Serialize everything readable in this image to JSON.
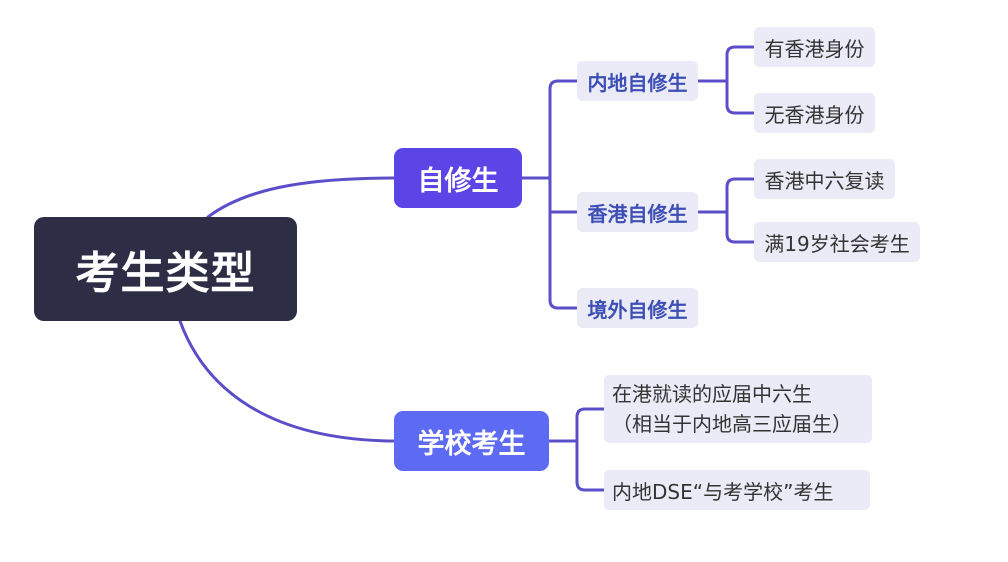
{
  "root": {
    "label": "考生类型"
  },
  "branches": [
    {
      "label": "自修生",
      "children": [
        {
          "label": "内地自修生",
          "children": [
            "有香港身份",
            "无香港身份"
          ]
        },
        {
          "label": "香港自修生",
          "children": [
            "香港中六复读",
            "满19岁社会考生"
          ]
        },
        {
          "label": "境外自修生",
          "children": []
        }
      ]
    },
    {
      "label": "学校考生",
      "children": [
        {
          "lines": [
            "在港就读的应届中六生",
            "（相当于内地高三应届生）"
          ]
        },
        {
          "label": "内地DSE“与考学校”考生"
        }
      ]
    }
  ],
  "colors": {
    "root_bg": "#2d2d45",
    "branch_self_bg": "#5b45e6",
    "branch_school_bg": "#5c6bf1",
    "node_bg": "#ebebf7",
    "sub_text": "#3d4fb5",
    "line": "#5b4fc9"
  }
}
